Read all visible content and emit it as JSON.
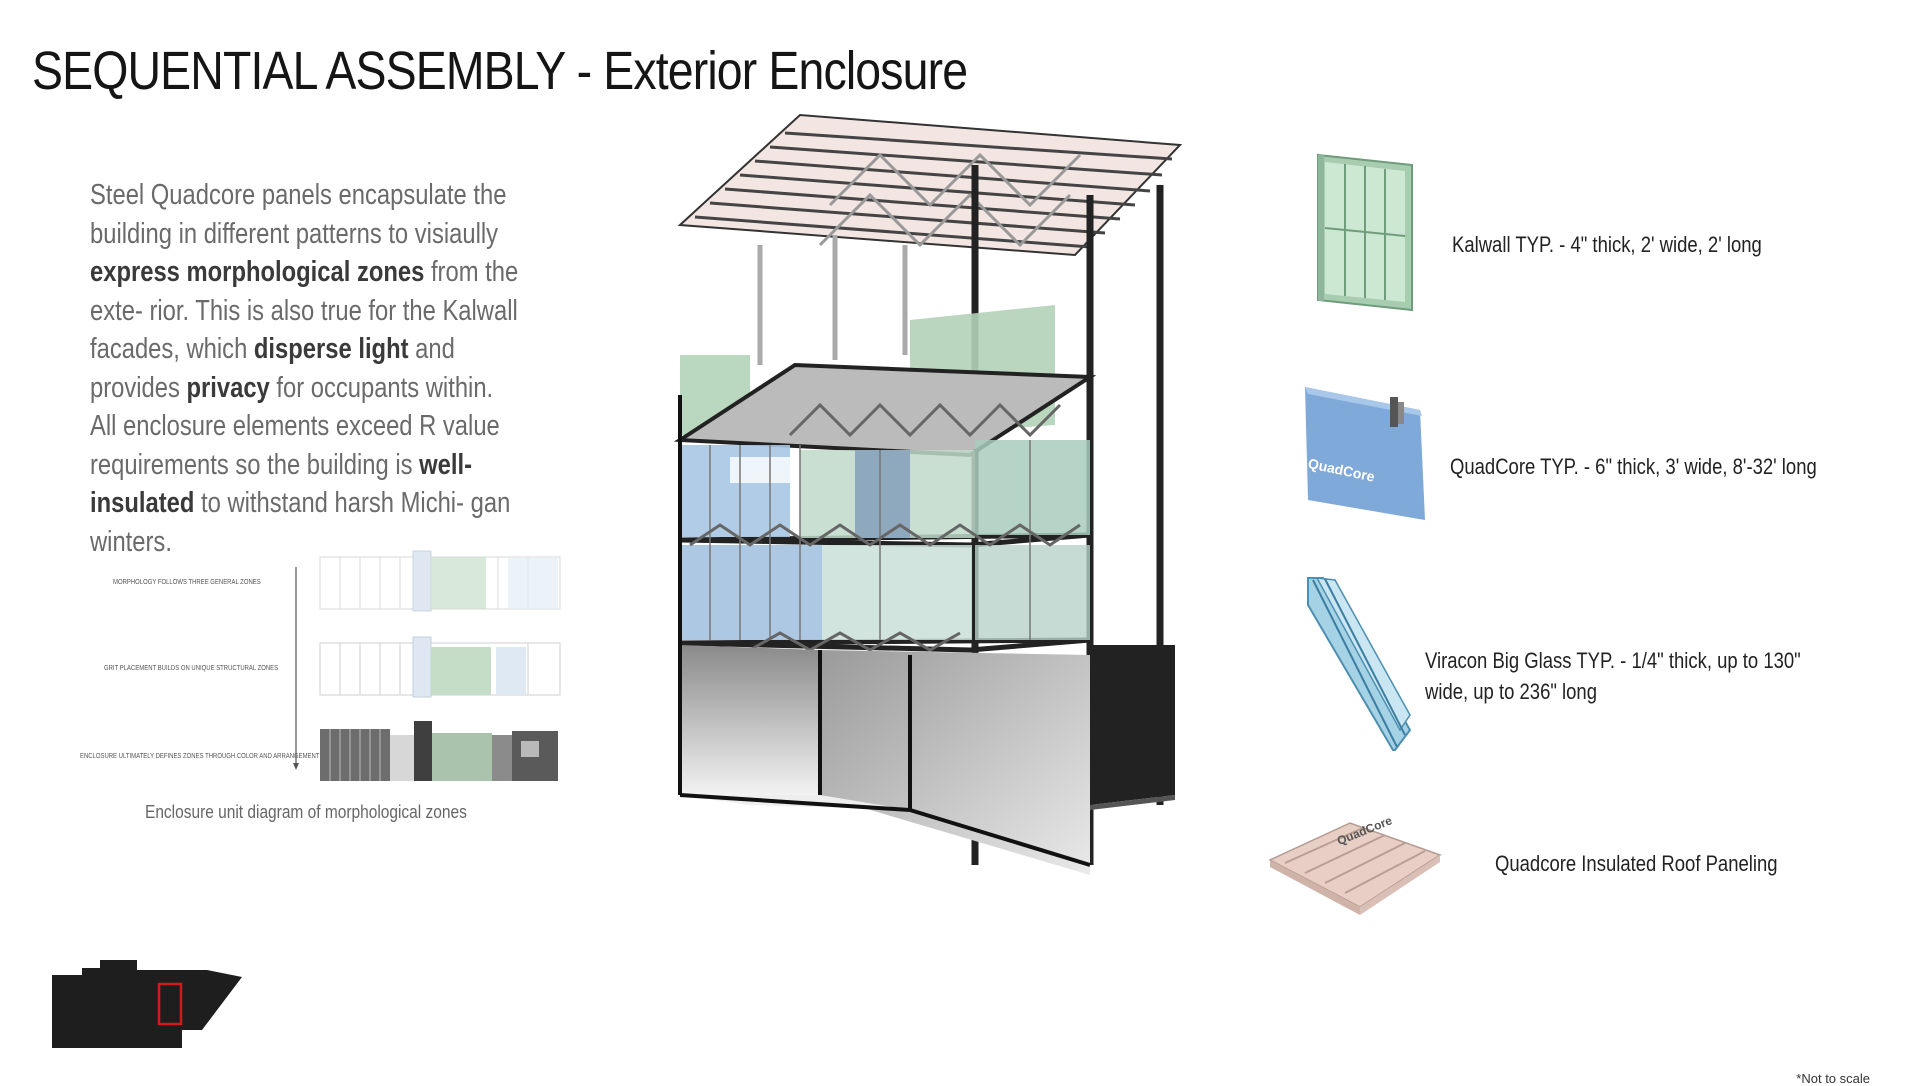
{
  "title": "SEQUENTIAL ASSEMBLY - Exterior Enclosure",
  "description": {
    "t1": "Steel Quadcore panels encapsulate the building in different patterns to visiaully ",
    "b1": "express morphological zones",
    "t2": " from the exte- rior. This is also true for the Kalwall facades, which ",
    "b2": "disperse light",
    "t3": " and provides ",
    "b3": "privacy",
    "t4": " for occupants within. All enclosure elements exceed R value requirements so the building is ",
    "b4": "well-insulated",
    "t5": " to withstand harsh Michi- gan winters."
  },
  "diagram": {
    "zones": [
      "MORPHOLOGY FOLLOWS THREE GENERAL ZONES",
      "GRIT PLACEMENT BUILDS ON UNIQUE STRUCTURAL ZONES",
      "ENCLOSURE ULTIMATELY DEFINES ZONES THROUGH COLOR AND ARRANGEMENT"
    ],
    "caption": "Enclosure unit diagram of morphological zones"
  },
  "materials": [
    {
      "name": "Kalwall TYP. - 4\" thick, 2' wide, 2' long"
    },
    {
      "name": "QuadCore TYP. - 6\" thick, 3' wide, 8'-32' long",
      "logo": "QuadCore"
    },
    {
      "name": "Viracon Big Glass TYP. - 1/4\" thick, up to 130\"",
      "name2": "wide, up to 236\" long"
    },
    {
      "name": "Quadcore Insulated Roof Paneling",
      "logo": "QuadCore"
    }
  ],
  "note": "*Not to scale",
  "colors": {
    "kalwall": "#b9dcc0",
    "glass": "#a9c9e6",
    "steel": "#2a2a2a",
    "quadcore": "#7fa9d8",
    "roof": "#e8cfc6",
    "key_highlight": "#d11a1a"
  }
}
